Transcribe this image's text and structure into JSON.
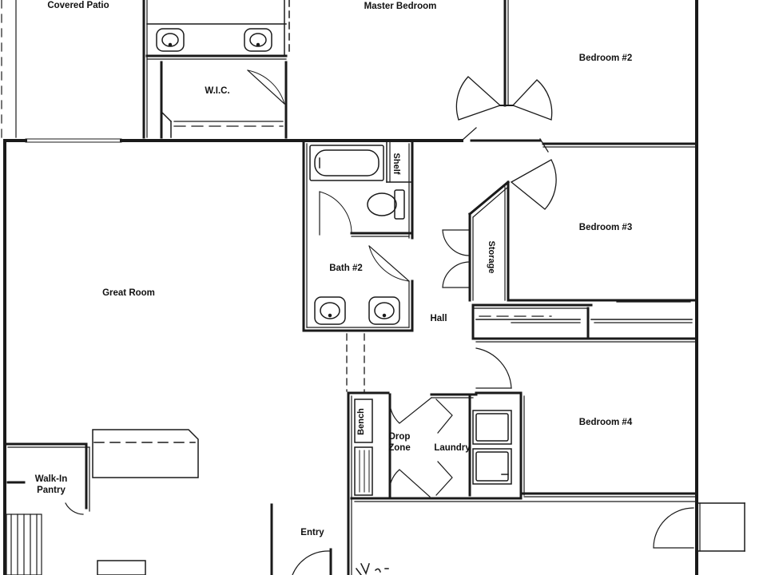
{
  "rooms": {
    "covered_patio": "Covered Patio",
    "master_bedroom": "Master Bedroom",
    "bedroom_2": "Bedroom #2",
    "wic": "W.I.C.",
    "bedroom_3": "Bedroom #3",
    "shelf": "Shelf",
    "storage": "Storage",
    "great_room": "Great Room",
    "bath_2": "Bath #2",
    "hall": "Hall",
    "bedroom_4": "Bedroom #4",
    "bench": "Bench",
    "drop_zone_1": "Drop",
    "drop_zone_2": "Zone",
    "laundry": "Laundry",
    "walk_in_pantry_1": "Walk-In",
    "walk_in_pantry_2": "Pantry",
    "entry": "Entry"
  },
  "colors": {
    "wall": "#1a1a1a",
    "background": "#ffffff"
  }
}
